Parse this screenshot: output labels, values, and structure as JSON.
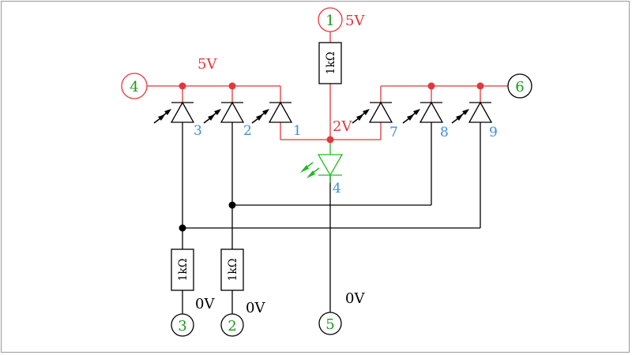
{
  "colors": {
    "wire": "#000000",
    "supply": "#e8353a",
    "node_label": "#1a9a1a",
    "led_index": "#3a8fe0",
    "test_led": "#22bb22"
  },
  "supply_labels": {
    "top": "5V",
    "left_rail": "5V",
    "mid_node": "2V"
  },
  "ground_labels": {
    "node3": "0V",
    "node2": "0V",
    "node5": "0V"
  },
  "terminals": [
    {
      "id": "t1",
      "label": "1"
    },
    {
      "id": "t2",
      "label": "2"
    },
    {
      "id": "t3",
      "label": "3"
    },
    {
      "id": "t4",
      "label": "4"
    },
    {
      "id": "t5",
      "label": "5"
    },
    {
      "id": "t6",
      "label": "6"
    }
  ],
  "resistors": [
    {
      "id": "r-top",
      "label": "1kΩ"
    },
    {
      "id": "r-left",
      "label": "1kΩ"
    },
    {
      "id": "r-mid",
      "label": "1kΩ"
    }
  ],
  "led_numbers": [
    "3",
    "2",
    "1",
    "7",
    "8",
    "9",
    "4"
  ]
}
